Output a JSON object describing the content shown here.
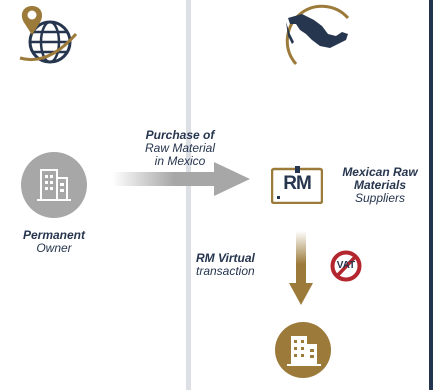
{
  "purchase": {
    "line1": "Purchase of",
    "line2": "Raw Material",
    "line3": "in Mexico"
  },
  "owner": {
    "line1": "Permanent",
    "line2": "Owner"
  },
  "suppliers": {
    "line1": "Mexican Raw",
    "line2": "Materials",
    "line3": "Suppliers"
  },
  "virtual": {
    "line1": "RM Virtual",
    "line2": "transaction"
  },
  "rm_box_label": "RM",
  "no_vat_label": "VAT",
  "colors": {
    "navy": "#27364f",
    "gold": "#9b7a3a",
    "gray": "#a7a7a7"
  }
}
